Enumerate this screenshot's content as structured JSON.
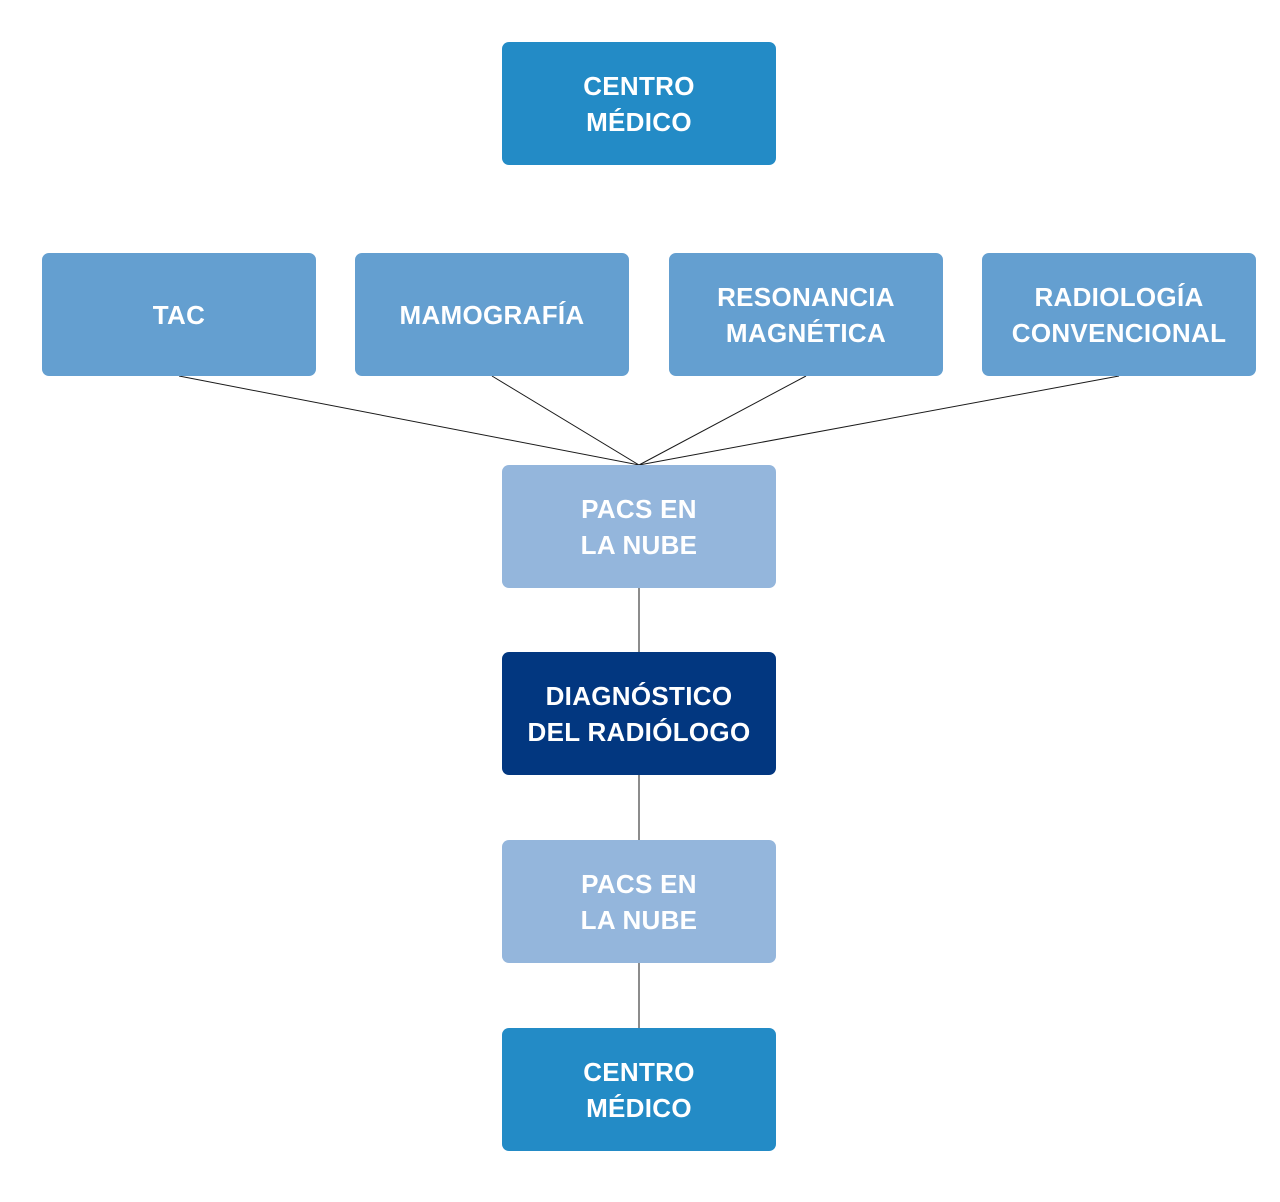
{
  "colors": {
    "centro": "#238bc6",
    "modality": "#649fd0",
    "pacs": "#94b6dc",
    "diagnostico": "#023780",
    "connector": "#1a1a1a"
  },
  "nodes": {
    "centro_top": "CENTRO\nMÉDICO",
    "modalities": [
      "TAC",
      "MAMOGRAFÍA",
      "RESONANCIA\nMAGNÉTICA",
      "RADIOLOGÍA\nCONVENCIONAL"
    ],
    "pacs_1": "PACS EN\nLA NUBE",
    "diagnostico": "DIAGNÓSTICO\nDEL RADIÓLOGO",
    "pacs_2": "PACS EN\nLA NUBE",
    "centro_bottom": "CENTRO\nMÉDICO"
  }
}
